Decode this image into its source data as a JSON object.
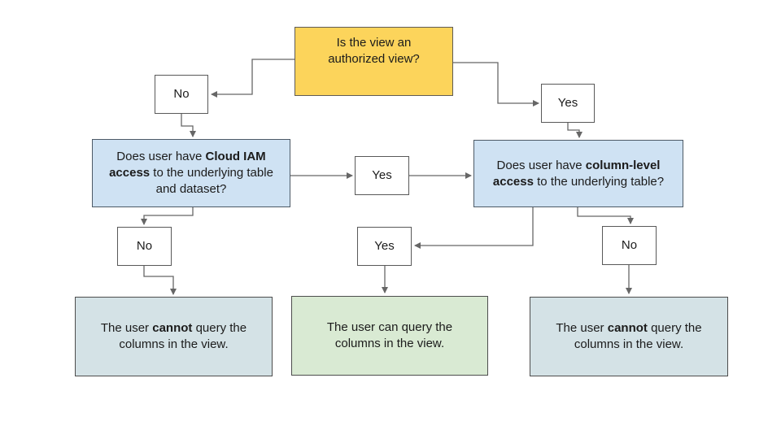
{
  "diagram": {
    "nodes": {
      "root": {
        "label": "Is the view an authorized view?"
      },
      "no_top_left": {
        "label": "No"
      },
      "yes_top_right": {
        "label": "Yes"
      },
      "iam_question": {
        "pre": "Does user have ",
        "bold": "Cloud IAM access",
        "post": " to the underlying table and dataset?"
      },
      "yes_mid": {
        "label": "Yes"
      },
      "column_question": {
        "pre": "Does user have ",
        "bold": "column-level access",
        "post": " to the underlying table?"
      },
      "no_bottom_left": {
        "label": "No"
      },
      "yes_bottom_mid": {
        "label": "Yes"
      },
      "no_bottom_right": {
        "label": "No"
      },
      "result_left": {
        "pre": "The user ",
        "bold": "cannot",
        "post": " query the columns in the view."
      },
      "result_mid": {
        "label": "The user can query the columns in the view."
      },
      "result_right": {
        "pre": "The user ",
        "bold": "cannot",
        "post": " query the columns in the view."
      }
    },
    "colors": {
      "root_fill": "#FCD45B",
      "question_fill": "#CFE2F3",
      "result_neutral_fill": "#D4E2E6",
      "result_positive_fill": "#D9EAD3",
      "small_box_fill": "#FFFFFF",
      "connector": "#666666",
      "text": "#1B1B1B"
    }
  }
}
